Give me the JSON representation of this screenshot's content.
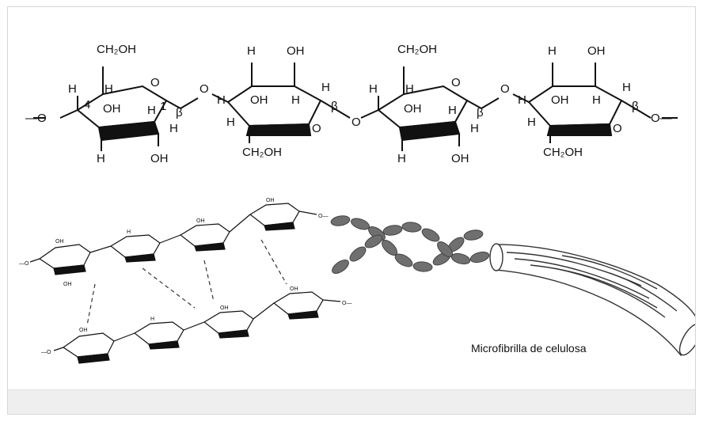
{
  "figure": {
    "caption_label": "Microfibrilla de celulosa",
    "glycosidic_symbol": "β",
    "atoms": {
      "oxygen": "O",
      "hydrogen": "H",
      "hydroxyl": "OH",
      "hydroxymethyl": "CH₂OH",
      "chain_end": "—O",
      "chain_end_right": "O—"
    },
    "ring_numbers": {
      "c4": "4",
      "c1": "1"
    }
  }
}
